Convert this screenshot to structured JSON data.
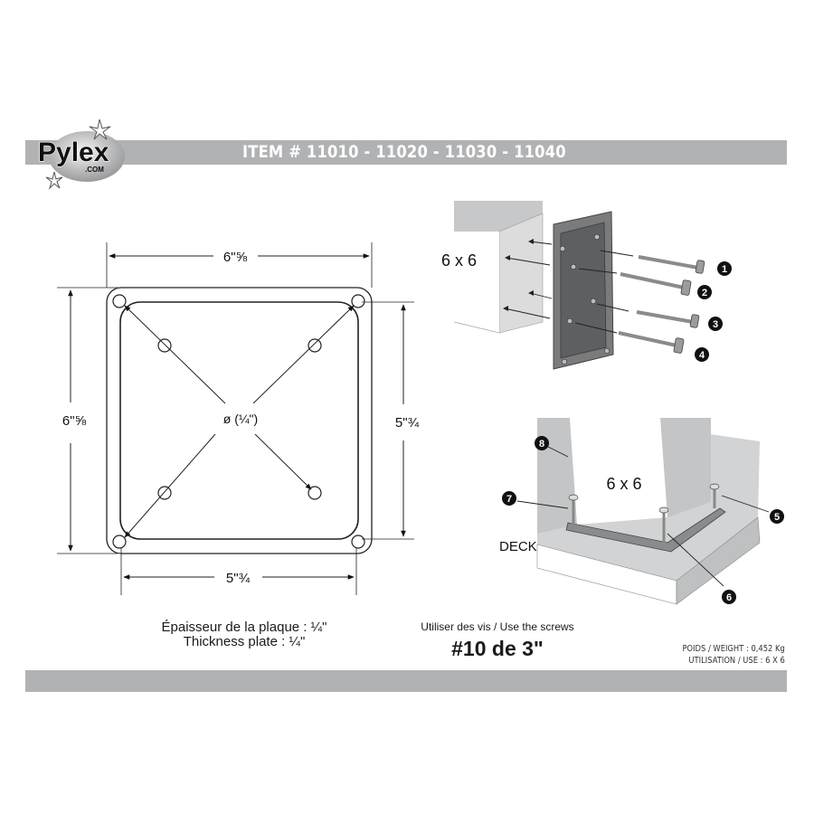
{
  "header": {
    "brand": "Pylex",
    "brand_domain": ".COM",
    "title": "ITEM # 11010 - 11020 - 11030 - 11040"
  },
  "plate_drawing": {
    "width_outer": "6\"⅝",
    "height_outer": "6\"⅝",
    "hole_spacing_horizontal": "5\"¾",
    "hole_spacing_vertical": "5\"¾",
    "hole_diameter": "ø (¼\")"
  },
  "exploded_view": {
    "post_label": "6 x 6",
    "callouts": [
      "1",
      "2",
      "3",
      "4"
    ]
  },
  "deck_view": {
    "post_label": "6 x 6",
    "deck_label": "DECK",
    "callouts": [
      "5",
      "6",
      "7",
      "8"
    ]
  },
  "notes": {
    "thickness_fr": "Épaisseur de la plaque : ¼\"",
    "thickness_en": "Thickness plate : ¼\"",
    "screws_caption": "Utiliser des vis / Use the screws",
    "screws_size": "#10 de 3\""
  },
  "specs": {
    "weight": "POIDS / WEIGHT : 0,452 Kg",
    "use": "UTILISATION / USE : 6 X 6"
  },
  "colors": {
    "bar_gray": "#b1b2b4",
    "plate_dark": "#6d6e70",
    "wood_light": "#d4d5d6",
    "wood_mid": "#b9babb"
  }
}
